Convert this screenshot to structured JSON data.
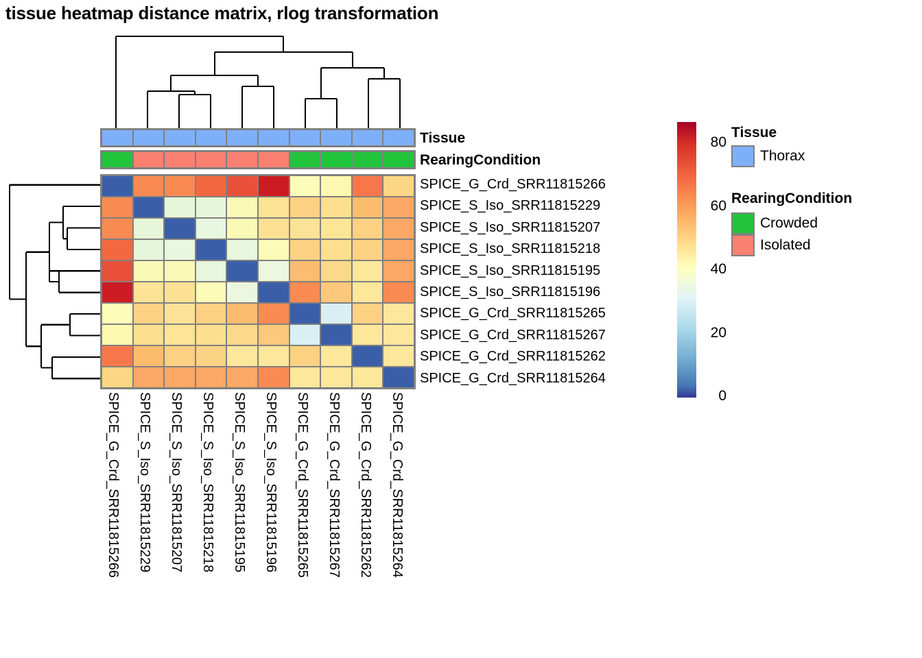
{
  "title": "tissue heatmap distance matrix, rlog transformation",
  "annotations": {
    "tissue_title": "Tissue",
    "rearing_title": "RearingCondition"
  },
  "legends": {
    "tissue": {
      "title": "Tissue",
      "items": [
        {
          "label": "Thorax",
          "color": "#7EB0FA"
        }
      ]
    },
    "rearing": {
      "title": "RearingCondition",
      "items": [
        {
          "label": "Crowded",
          "color": "#22C43C"
        },
        {
          "label": "Isolated",
          "color": "#FA8072"
        }
      ]
    }
  },
  "chart_data": {
    "type": "heatmap",
    "title": "tissue heatmap distance matrix, rlog transformation",
    "xlabel": "",
    "ylabel": "",
    "colorscale": "RdYlBu reversed",
    "colorbar": {
      "ticks": [
        0,
        20,
        40,
        60,
        80
      ],
      "tick_labels": [
        "0",
        "20",
        "40",
        "60",
        "80"
      ],
      "vmin": 0,
      "vmax": 87,
      "position": "right"
    },
    "categories": [
      "SPICE_G_Crd_SRR11815266",
      "SPICE_S_Iso_SRR11815229",
      "SPICE_S_Iso_SRR11815207",
      "SPICE_S_Iso_SRR11815218",
      "SPICE_S_Iso_SRR11815195",
      "SPICE_S_Iso_SRR11815196",
      "SPICE_G_Crd_SRR11815265",
      "SPICE_G_Crd_SRR11815267",
      "SPICE_G_Crd_SRR11815262",
      "SPICE_G_Crd_SRR11815264"
    ],
    "row_labels": [
      "SPICE_G_Crd_SRR11815266",
      "SPICE_S_Iso_SRR11815229",
      "SPICE_S_Iso_SRR11815207",
      "SPICE_S_Iso_SRR11815218",
      "SPICE_S_Iso_SRR11815195",
      "SPICE_S_Iso_SRR11815196",
      "SPICE_G_Crd_SRR11815265",
      "SPICE_G_Crd_SRR11815267",
      "SPICE_G_Crd_SRR11815262",
      "SPICE_G_Crd_SRR11815264"
    ],
    "col_labels": [
      "SPICE_G_Crd_SRR11815266",
      "SPICE_S_Iso_SRR11815229",
      "SPICE_S_Iso_SRR11815207",
      "SPICE_S_Iso_SRR11815218",
      "SPICE_S_Iso_SRR11815195",
      "SPICE_S_Iso_SRR11815196",
      "SPICE_G_Crd_SRR11815265",
      "SPICE_G_Crd_SRR11815267",
      "SPICE_G_Crd_SRR11815262",
      "SPICE_G_Crd_SRR11815264"
    ],
    "values": [
      [
        0,
        70,
        70,
        75,
        79,
        87,
        52,
        52,
        73,
        60
      ],
      [
        70,
        0,
        42,
        41,
        48,
        56,
        60,
        56,
        64,
        65
      ],
      [
        70,
        42,
        0,
        40,
        48,
        55,
        57,
        55,
        59,
        64
      ],
      [
        75,
        41,
        40,
        0,
        41,
        50,
        59,
        56,
        58,
        64
      ],
      [
        79,
        48,
        48,
        41,
        0,
        42,
        63,
        57,
        56,
        65
      ],
      [
        87,
        56,
        55,
        50,
        42,
        0,
        70,
        62,
        57,
        70
      ],
      [
        52,
        60,
        57,
        59,
        63,
        70,
        0,
        33,
        62,
        55
      ],
      [
        52,
        56,
        55,
        56,
        57,
        62,
        33,
        0,
        55,
        55
      ],
      [
        73,
        64,
        59,
        58,
        56,
        57,
        62,
        55,
        0,
        55
      ],
      [
        60,
        65,
        64,
        64,
        65,
        70,
        55,
        55,
        55,
        0
      ]
    ],
    "cell_colors": [
      [
        "#3A5FA8",
        "#F98B52",
        "#F98B52",
        "#F4683F",
        "#E8503A",
        "#CC1B22",
        "#FDFDBA",
        "#FCF8B0",
        "#F8774A",
        "#FCD684"
      ],
      [
        "#F98B52",
        "#3A5FA8",
        "#E6F6D8",
        "#E6F6D8",
        "#F9FAB6",
        "#FCE396",
        "#FDD183",
        "#FCE08F",
        "#FBBC6E",
        "#FBA765"
      ],
      [
        "#F98B52",
        "#E6F6D8",
        "#3A5FA8",
        "#E8F7E0",
        "#F9FAB6",
        "#FCE194",
        "#FCE296",
        "#FCE595",
        "#FCD182",
        "#FBA765"
      ],
      [
        "#F4683F",
        "#E6F6D8",
        "#E8F7E0",
        "#3A5FA8",
        "#E7F6DC",
        "#FCFCB8",
        "#FCD183",
        "#FCE08F",
        "#FCD384",
        "#FBA765"
      ],
      [
        "#E8503A",
        "#F9FAB6",
        "#F9FAB6",
        "#E7F6DC",
        "#3A5FA8",
        "#EBF7DF",
        "#FBBC70",
        "#FCD98A",
        "#FCE79B",
        "#FBA765"
      ],
      [
        "#CC1B22",
        "#FCE396",
        "#FCE194",
        "#FCFCB8",
        "#EBF7DF",
        "#3A5FA8",
        "#F98B52",
        "#FCC87B",
        "#FCE79B",
        "#F98B52"
      ],
      [
        "#FDFDBA",
        "#FDD183",
        "#FCE296",
        "#FCD183",
        "#FBBC70",
        "#F98B52",
        "#3A5FA8",
        "#DAEFF3",
        "#FCD182",
        "#FCE79B"
      ],
      [
        "#FCF8B0",
        "#FCE08F",
        "#FCE595",
        "#FCE08F",
        "#FCD98A",
        "#FCC87B",
        "#DAEFF3",
        "#3A5FA8",
        "#FCE79B",
        "#FCE79B"
      ],
      [
        "#F8774A",
        "#FBBC6E",
        "#FCD182",
        "#FCD384",
        "#FCE79B",
        "#FCE79B",
        "#FCD182",
        "#FCE79B",
        "#3A5FA8",
        "#FCE79B"
      ],
      [
        "#FCD684",
        "#FBA765",
        "#FBA765",
        "#FBA765",
        "#FBA765",
        "#F98B52",
        "#FCE79B",
        "#FCE79B",
        "#FCE79B",
        "#3A5FA8"
      ]
    ],
    "tissue_row": [
      "Thorax",
      "Thorax",
      "Thorax",
      "Thorax",
      "Thorax",
      "Thorax",
      "Thorax",
      "Thorax",
      "Thorax",
      "Thorax"
    ],
    "tissue_colors": [
      "#7EB0FA",
      "#7EB0FA",
      "#7EB0FA",
      "#7EB0FA",
      "#7EB0FA",
      "#7EB0FA",
      "#7EB0FA",
      "#7EB0FA",
      "#7EB0FA",
      "#7EB0FA"
    ],
    "rearing_row": [
      "Crowded",
      "Isolated",
      "Isolated",
      "Isolated",
      "Isolated",
      "Isolated",
      "Crowded",
      "Crowded",
      "Crowded",
      "Crowded"
    ],
    "rearing_colors": [
      "#22C43C",
      "#FA8072",
      "#FA8072",
      "#FA8072",
      "#FA8072",
      "#FA8072",
      "#22C43C",
      "#22C43C",
      "#22C43C",
      "#22C43C"
    ],
    "col_dendrogram": {
      "leaves": 10,
      "description": "hierarchical clustering of columns, ward linkage"
    },
    "row_dendrogram": {
      "leaves": 10,
      "description": "hierarchical clustering of rows, ward linkage"
    }
  }
}
